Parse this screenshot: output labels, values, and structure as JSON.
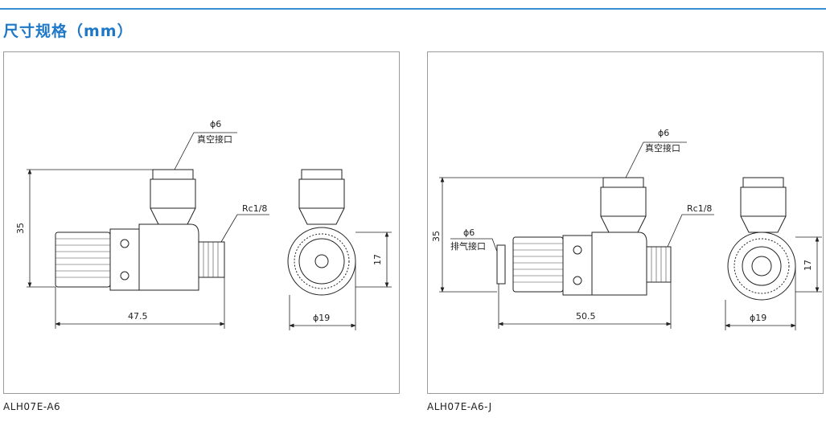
{
  "title": "尺寸规格（mm）",
  "accent_color": "#1e78c8",
  "panels": [
    {
      "caption": "ALH07E-A6",
      "callout_top": {
        "diameter": "ϕ6",
        "label": "真空接口"
      },
      "thread_label": "Rc1/8",
      "dim_height": "35",
      "dim_length": "47.5",
      "dim_side_height": "17",
      "dim_side_diameter": "ϕ19"
    },
    {
      "caption": "ALH07E-A6-J",
      "callout_top": {
        "diameter": "ϕ6",
        "label": "真空接口"
      },
      "callout_exhaust": {
        "diameter": "ϕ6",
        "label": "排气接口"
      },
      "thread_label": "Rc1/8",
      "dim_height": "35",
      "dim_length": "50.5",
      "dim_side_height": "17",
      "dim_side_diameter": "ϕ19"
    }
  ]
}
